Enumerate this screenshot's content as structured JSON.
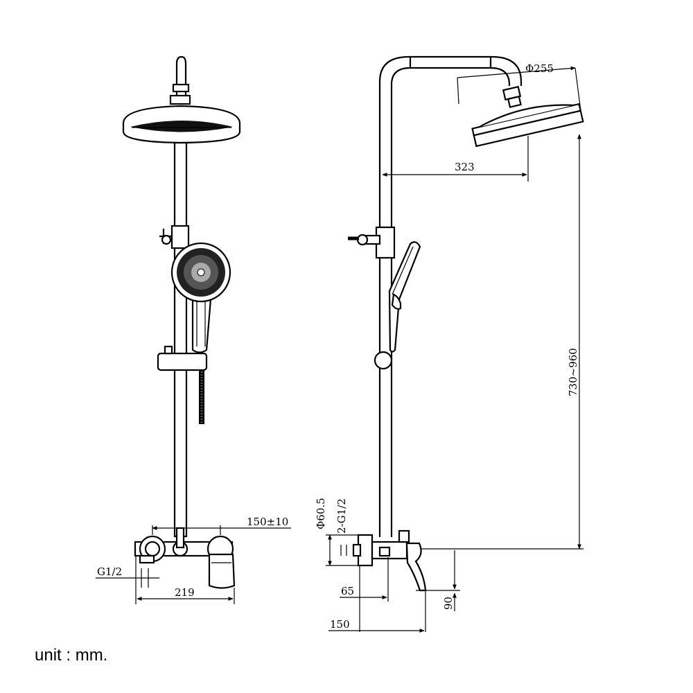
{
  "views": {
    "front": {
      "dimensions": {
        "spacing": "150±10",
        "inlet": "G1/2",
        "width": "219"
      }
    },
    "side": {
      "dimensions": {
        "head_diameter": "Φ255",
        "arm_reach": "323",
        "height_range": "730~960",
        "flange_diameter": "Φ60.5",
        "inlets": "2-G1/2",
        "valve_depth": "65",
        "spout_drop": "90",
        "spout_reach": "150"
      }
    }
  },
  "footer": {
    "unit_label": "unit : mm."
  }
}
